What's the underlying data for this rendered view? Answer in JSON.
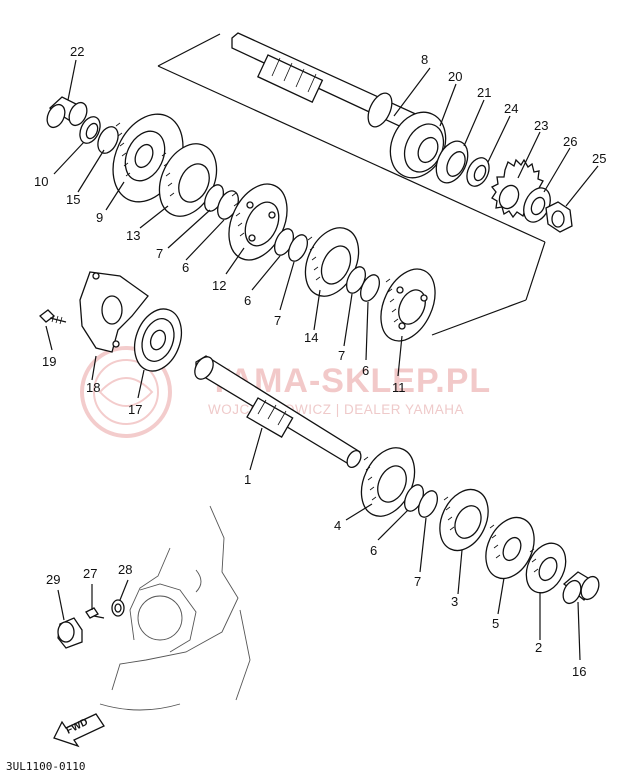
{
  "watermark": {
    "brand": "YAMA-SKLEP.PL",
    "dealer": "WOJCIECHOWICZ | DEALER YAMAHA"
  },
  "diagram_code": "3UL1100-0110",
  "fwd_label": "FWD",
  "callouts": [
    {
      "id": "22",
      "label": "22"
    },
    {
      "id": "8",
      "label": "8"
    },
    {
      "id": "20",
      "label": "20"
    },
    {
      "id": "21",
      "label": "21"
    },
    {
      "id": "24",
      "label": "24"
    },
    {
      "id": "23",
      "label": "23"
    },
    {
      "id": "26",
      "label": "26"
    },
    {
      "id": "25",
      "label": "25"
    },
    {
      "id": "10",
      "label": "10"
    },
    {
      "id": "15",
      "label": "15"
    },
    {
      "id": "9",
      "label": "9"
    },
    {
      "id": "13",
      "label": "13"
    },
    {
      "id": "7a",
      "label": "7"
    },
    {
      "id": "6a",
      "label": "6"
    },
    {
      "id": "12",
      "label": "12"
    },
    {
      "id": "6b",
      "label": "6"
    },
    {
      "id": "7b",
      "label": "7"
    },
    {
      "id": "14",
      "label": "14"
    },
    {
      "id": "7c",
      "label": "7"
    },
    {
      "id": "6c",
      "label": "6"
    },
    {
      "id": "11",
      "label": "11"
    },
    {
      "id": "19",
      "label": "19"
    },
    {
      "id": "18",
      "label": "18"
    },
    {
      "id": "17",
      "label": "17"
    },
    {
      "id": "1",
      "label": "1"
    },
    {
      "id": "4",
      "label": "4"
    },
    {
      "id": "6d",
      "label": "6"
    },
    {
      "id": "7d",
      "label": "7"
    },
    {
      "id": "3",
      "label": "3"
    },
    {
      "id": "5",
      "label": "5"
    },
    {
      "id": "2",
      "label": "2"
    },
    {
      "id": "16",
      "label": "16"
    },
    {
      "id": "29",
      "label": "29"
    },
    {
      "id": "27",
      "label": "27"
    },
    {
      "id": "28",
      "label": "28"
    }
  ]
}
